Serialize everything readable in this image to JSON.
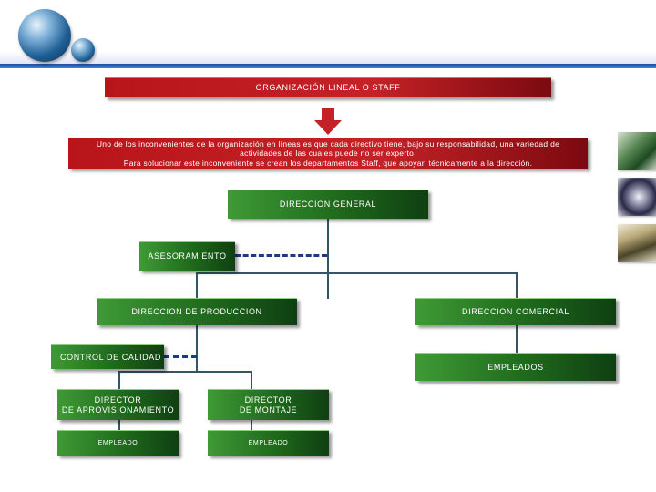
{
  "title": "ORGANIZACIÓN LINEAL O STAFF",
  "description": {
    "line1": "Uno de los inconvenientes de la organización en líneas es que cada directivo tiene, bajo su responsabilidad, una variedad de",
    "line2": "actividades de las cuales puede no ser experto.",
    "line3": "Para solucionar este inconveniente se crean los departamentos Staff, que apoyan técnicamente a la dirección."
  },
  "nodes": {
    "direccion_general": "DIRECCION GENERAL",
    "asesoramiento": "ASESORAMIENTO",
    "direccion_produccion": "DIRECCION DE PRODUCCION",
    "direccion_comercial": "DIRECCION COMERCIAL",
    "control_calidad": "CONTROL DE CALIDAD",
    "empleados": "EMPLEADOS",
    "director_aprov_1": "DIRECTOR",
    "director_aprov_2": "DE APROVISIONAMIENTO",
    "director_montaje_1": "DIRECTOR",
    "director_montaje_2": "DE MONTAJE",
    "empleado_1": "EMPLEADO",
    "empleado_2": "EMPLEADO"
  },
  "colors": {
    "red_box": "#b8151a",
    "green_box": "#1f6a1c",
    "staff_dash": "#1c3a88",
    "header_line": "#1b4f9a"
  }
}
